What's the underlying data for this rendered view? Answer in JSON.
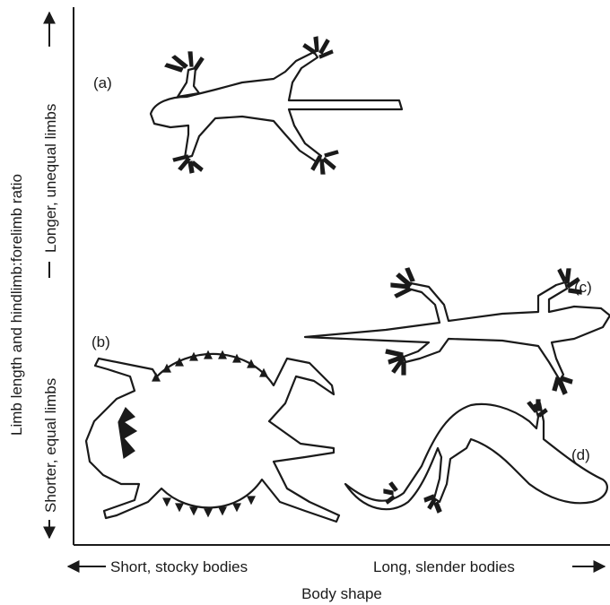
{
  "axes": {
    "x_label": "Body shape",
    "x_low": "Short, stocky bodies",
    "x_high": "Long, slender bodies",
    "y_label": "Limb length and hindlimb:forelimb ratio",
    "y_low": "Shorter, equal limbs",
    "y_high": "Longer, unequal limbs"
  },
  "panels": [
    {
      "label": "(a)",
      "icon": "gecko-lizard-icon"
    },
    {
      "label": "(b)",
      "icon": "horned-lizard-icon"
    },
    {
      "label": "(c)",
      "icon": "slender-lizard-icon"
    },
    {
      "label": "(d)",
      "icon": "skink-lizard-icon"
    }
  ]
}
